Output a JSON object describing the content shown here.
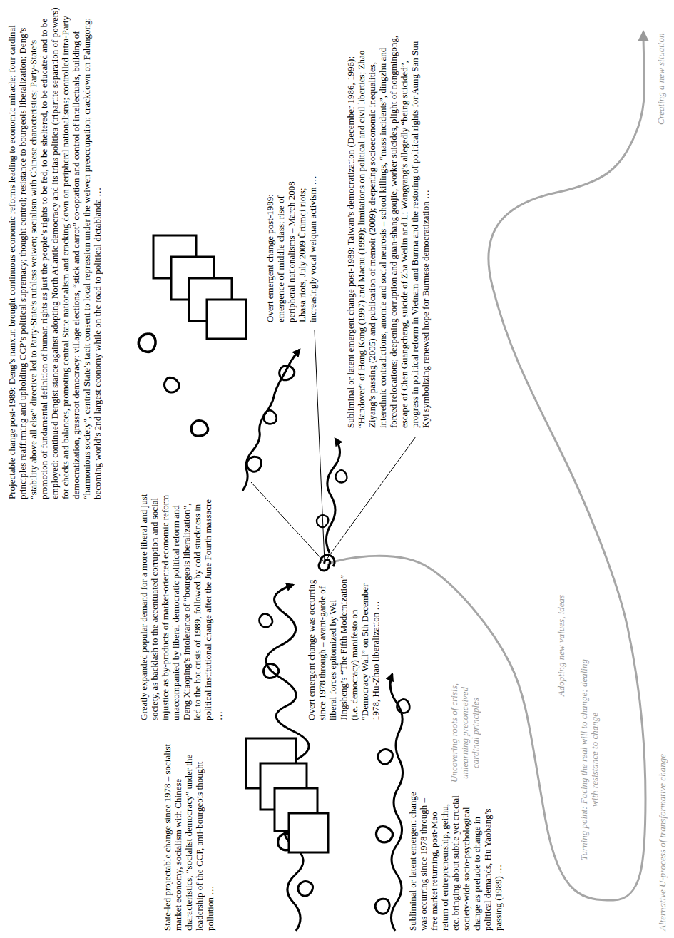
{
  "diagram": {
    "labels": [
      "Projectable change post-1989: Deng’s nanxun brought continuous economic reforms leading to economic miracle; four cardinal principles reaffirming and upholding CCP’s political supremacy; thought control; resistance to bourgeois liberalization; Deng’s “stability above all else” directive led to Party-State’s ruthless weiwen; socialism with Chinese characteristics; Party-State’s promotion of fundamental definition of human rights as just the people’s rights to be fed, to be sheltered, to be educated and to be employed; continued Dengist stance against adopting North Atlantic democracy and its trias politica (tripartite separation of powers) for checks and balances, promoting central State nationalism and cracking down on peripheral nationalisms; controlled intra-Party democratization, grassroot democracy: village elections, “stick and carrot” co-optation and control of intellectuals, building of “harmonious society”, central State’s tacit consent to local repression under the weiwen preoccupation; crackdown on Falungong; becoming world’s 2nd largest economy while on the road to political dictablanda …",
      "Overt emergent change post-1989: emergence of middle class; rise of peripheral nationalisms – March 2008 Lhasa riots, July 2009 Ürümqi riots; increasingly vocal weiquan activism …",
      "Subliminal or latent emergent change post-1989: Taiwan’s democratization (December 1986, 1996); “Handover” of Hong Kong (1997) and Macau (1999); limitations on political and civil liberties; Zhao Ziyang’s passing (2005) and publication of memoir (2009); deepening socioeconomic inequalities, interethnic contradictions, anomie and social neurosis – school killings, “mass incidents”, dingzhu and forced relocations; deepening corruption and guan-shang goujie, worker suicides, plight of nongmingong, escape of Chen Guangcheng, suicide of Zha Weilin and Li Wangyang’s allegedly “being suicided”, progress in political reform in Vietnam and Burma and the restoring of political rights for Aung San Suu Kyi symbolizing renewed hope for Burmese democratization …",
      "Greatly expanded popular demand for a more liberal and just society, as backlash to the accentuated corruption and social injustice as by-products of market-oriented economic reform unaccompanied by liberal democratic political reform and Deng Xiaoping’s intolerance of “bourgeois liberalization”, led to the hot crisis of 1989, followed by cold stuckness in political institutional change after the June Fourth massacre …",
      "State-led projectable change since 1978 – socialist market economy, socialism with Chinese characteristics, “socialist democracy” under the leadership of the CCP, anti-bourgeois thought pollution …",
      "Overt emergent change was occurring since 1978 through – avant-garde of liberal forces epitomized by Wei Jingsheng’s “The Fifth Modernization” (i.e. democracy) manifesto on “Democracy Wall” on 5th December 1978, Hu-Zhao liberalization …",
      "Subliminal or latent emergent change was occurring since 1978 through – free market returning, post-Mao return of entrepreneurship, geithu, etc. bringing about subtle yet crucial society-wide socio-psychological change as prelude to change in political demands, Hu Yaobang’s passing (1989) …",
      "Creating a new situation",
      "Adopting new values, ideas",
      "Turning point: Facing the real will to change; dealing with resistance to change",
      "Uncovering roots of crisis, unlearning preconceived cardinal principles",
      "Alternative U-process of transformative change"
    ]
  }
}
